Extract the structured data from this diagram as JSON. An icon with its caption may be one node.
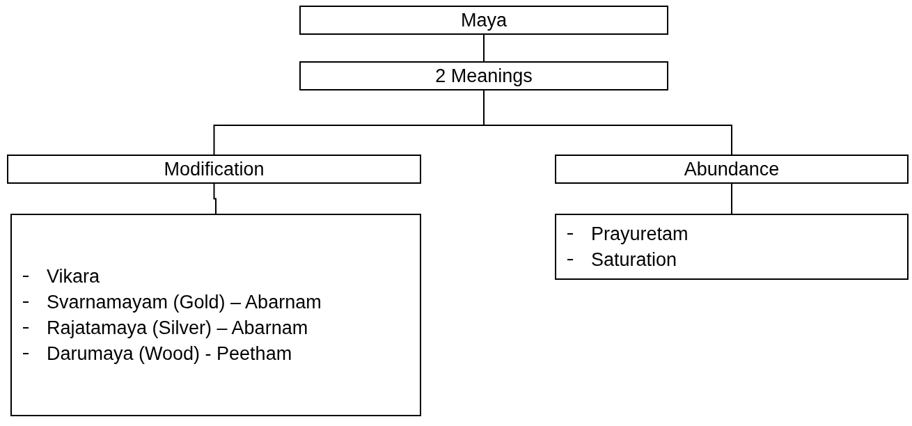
{
  "diagram": {
    "nodes": [
      {
        "text": [
          "Maya"
        ]
      },
      {
        "text": [
          "2 Meanings"
        ]
      },
      {
        "text": [
          "Modification"
        ]
      },
      {
        "text": [
          "Abundance"
        ]
      },
      {
        "text": [
          "Vikara",
          "Svarnamayam (Gold) – Abarnam",
          "Rajatamaya (Silver) – Abarnam",
          "Darumaya (Wood) - Peetham"
        ]
      },
      {
        "text": [
          "Prayuretam",
          "Saturation"
        ]
      }
    ],
    "edges": [
      {
        "from": 0,
        "to": 1,
        "arrow": "none"
      },
      {
        "from": 1,
        "to": 2,
        "arrow": "none"
      },
      {
        "from": 1,
        "to": 3,
        "arrow": "none"
      },
      {
        "from": 2,
        "to": 4,
        "arrow": "none"
      },
      {
        "from": 3,
        "to": 5,
        "arrow": "none"
      }
    ]
  }
}
